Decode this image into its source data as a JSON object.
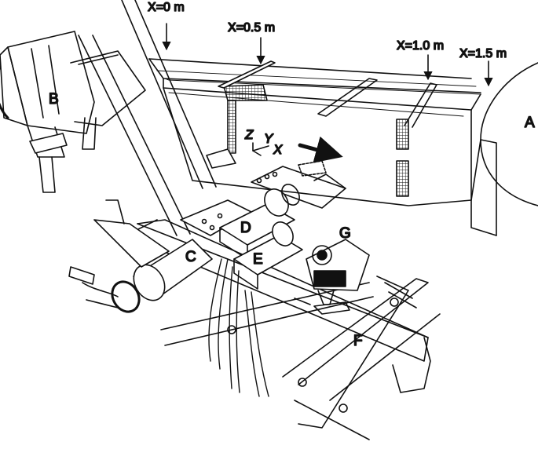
{
  "positions": {
    "x0": "X=0 m",
    "x05": "X=0.5 m",
    "x10": "X=1.0 m",
    "x15": "X=1.5 m"
  },
  "axes": {
    "z": "Z",
    "y": "Y",
    "x": "X"
  },
  "components": {
    "a": "A",
    "b": "B",
    "c": "C",
    "d": "D",
    "e": "E",
    "f": "F",
    "g": "G"
  }
}
